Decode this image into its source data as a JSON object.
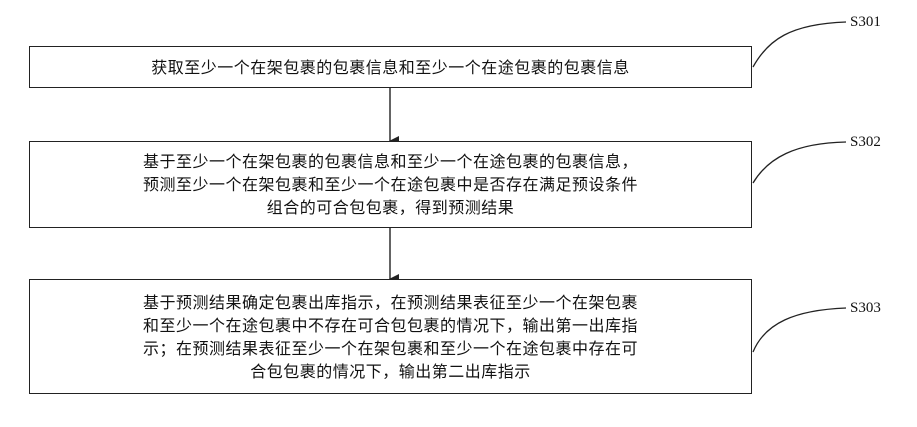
{
  "steps": [
    {
      "label": "S301",
      "lines": [
        "获取至少一个在架包裹的包裹信息和至少一个在途包裹的包裹信息"
      ]
    },
    {
      "label": "S302",
      "lines": [
        "基于至少一个在架包裹的包裹信息和至少一个在途包裹的包裹信息，",
        "预测至少一个在架包裹和至少一个在途包裹中是否存在满足预设条件",
        "组合的可合包包裹，得到预测结果"
      ]
    },
    {
      "label": "S303",
      "lines": [
        "基于预测结果确定包裹出库指示，在预测结果表征至少一个在架包裹",
        "和至少一个在途包裹中不存在可合包包裹的情况下，输出第一出库指",
        "示；在预测结果表征至少一个在架包裹和至少一个在途包裹中存在可",
        "合包包裹的情况下，输出第二出库指示"
      ]
    }
  ]
}
